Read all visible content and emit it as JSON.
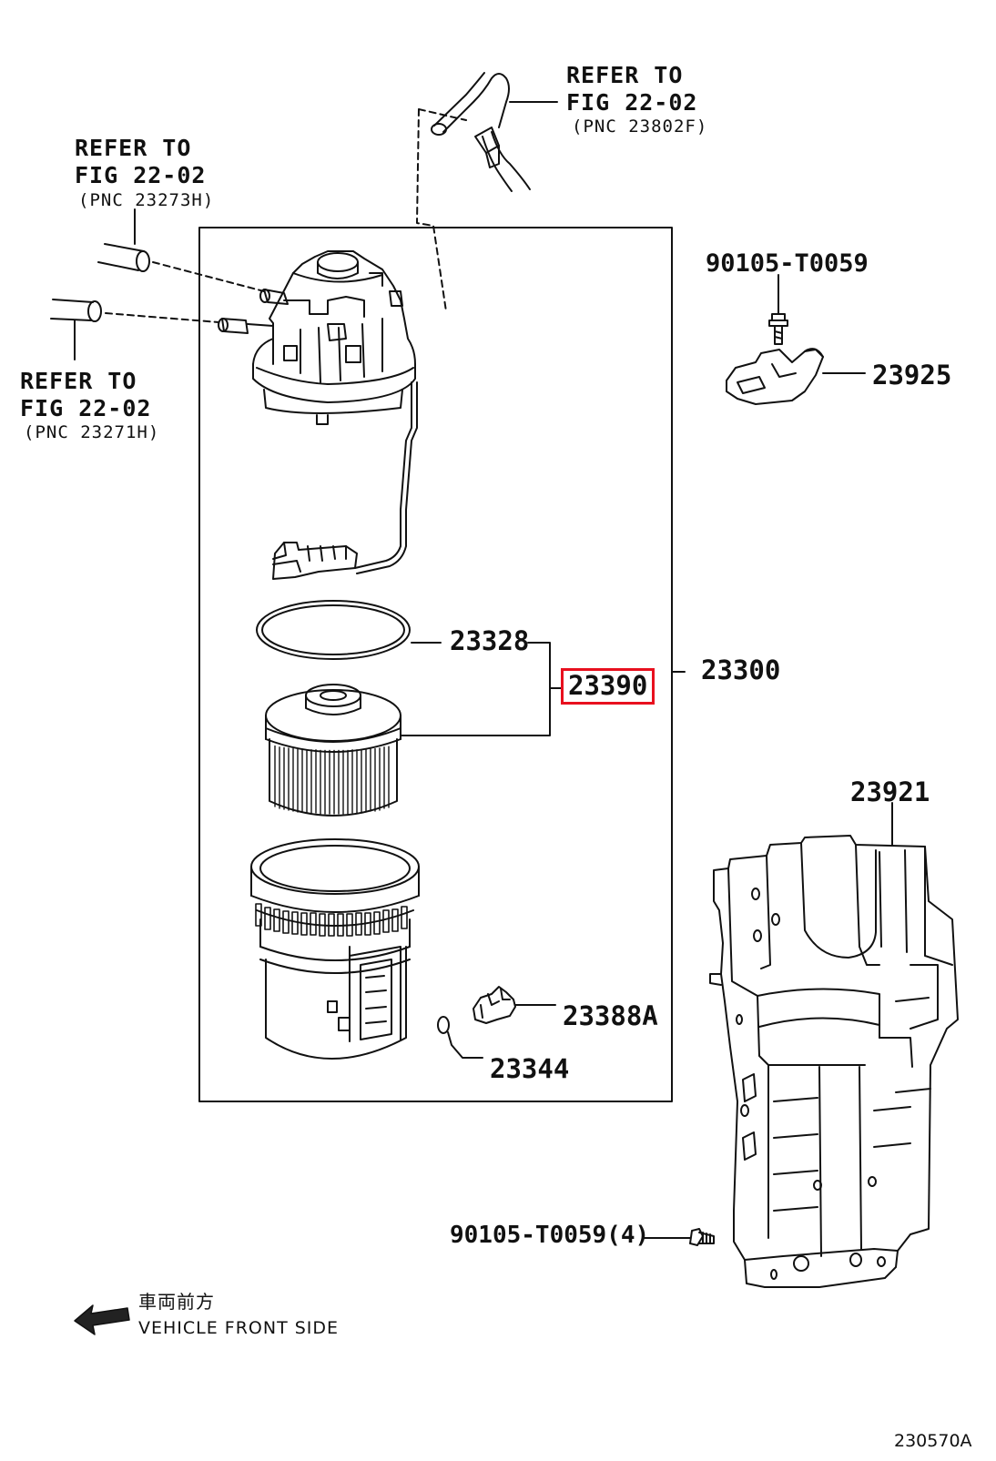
{
  "diagram": {
    "figure_code": "230570A",
    "highlight_color": "#e8101e",
    "line_color": "#111111",
    "refs": [
      {
        "line1": "REFER TO",
        "line2": "FIG 22-02",
        "pnc": "(PNC 23802F)"
      },
      {
        "line1": "REFER TO",
        "line2": "FIG 22-02",
        "pnc": "(PNC 23273H)"
      },
      {
        "line1": "REFER TO",
        "line2": "FIG 22-02",
        "pnc": "(PNC 23271H)"
      }
    ],
    "parts": {
      "bolt_top": "90105-T0059",
      "bracket": "23925",
      "assembly": "23300",
      "oring": "23328",
      "element": "23390",
      "holder": "23921",
      "drain_plug": "23388A",
      "small_oring": "23344",
      "bolt_bottom": "90105-T0059(4)"
    },
    "direction": {
      "jp": "車両前方",
      "en": "VEHICLE FRONT SIDE",
      "icon": "front-arrow-icon"
    }
  }
}
